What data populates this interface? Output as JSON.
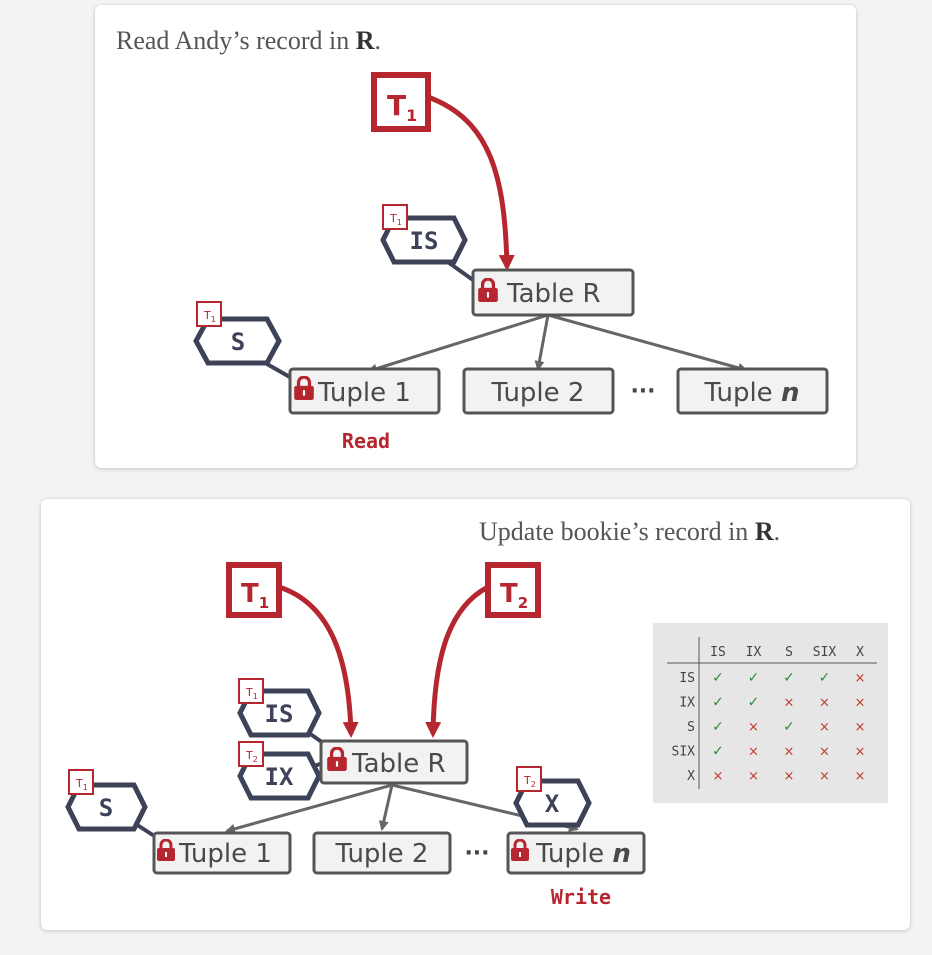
{
  "slide1": {
    "heading_prefix": "Read Andy’s record in ",
    "heading_bold": "R",
    "heading_suffix": ".",
    "txn_label": "T",
    "txn_sub": "1",
    "table_label": "Table R",
    "tuples": [
      "Tuple 1",
      "Tuple 2"
    ],
    "tuple_n_prefix": "Tuple ",
    "tuple_n_var": "n",
    "ellipsis": "···",
    "table_lock": {
      "mode": "IS",
      "owner": "T",
      "owner_sub": "1"
    },
    "tuple_lock": {
      "mode": "S",
      "owner": "T",
      "owner_sub": "1"
    },
    "action": "Read"
  },
  "slide2": {
    "heading_prefix": "Update bookie’s record in ",
    "heading_bold": "R",
    "heading_suffix": ".",
    "txn1_label": "T",
    "txn1_sub": "1",
    "txn2_label": "T",
    "txn2_sub": "2",
    "table_label": "Table R",
    "tuples": [
      "Tuple 1",
      "Tuple 2"
    ],
    "tuple_n_prefix": "Tuple ",
    "tuple_n_var": "n",
    "ellipsis": "···",
    "table_locks": [
      {
        "mode": "IS",
        "owner": "T",
        "owner_sub": "1"
      },
      {
        "mode": "IX",
        "owner": "T",
        "owner_sub": "2"
      }
    ],
    "tuple1_lock": {
      "mode": "S",
      "owner": "T",
      "owner_sub": "1"
    },
    "tuplen_lock": {
      "mode": "X",
      "owner": "T",
      "owner_sub": "2"
    },
    "action": "Write"
  },
  "matrix": {
    "cols": [
      "IS",
      "IX",
      "S",
      "SIX",
      "X"
    ],
    "rows": [
      "IS",
      "IX",
      "S",
      "SIX",
      "X"
    ],
    "yes_symbol": "✓",
    "no_symbol": "×",
    "compat": [
      [
        true,
        true,
        true,
        true,
        false
      ],
      [
        true,
        true,
        false,
        false,
        false
      ],
      [
        true,
        false,
        true,
        false,
        false
      ],
      [
        true,
        false,
        false,
        false,
        false
      ],
      [
        false,
        false,
        false,
        false,
        false
      ]
    ]
  },
  "colors": {
    "accent_red": "#b5262f",
    "lock_slate": "#3e4258",
    "yes_green": "#2e8b3a",
    "no_red": "#c0392b"
  }
}
